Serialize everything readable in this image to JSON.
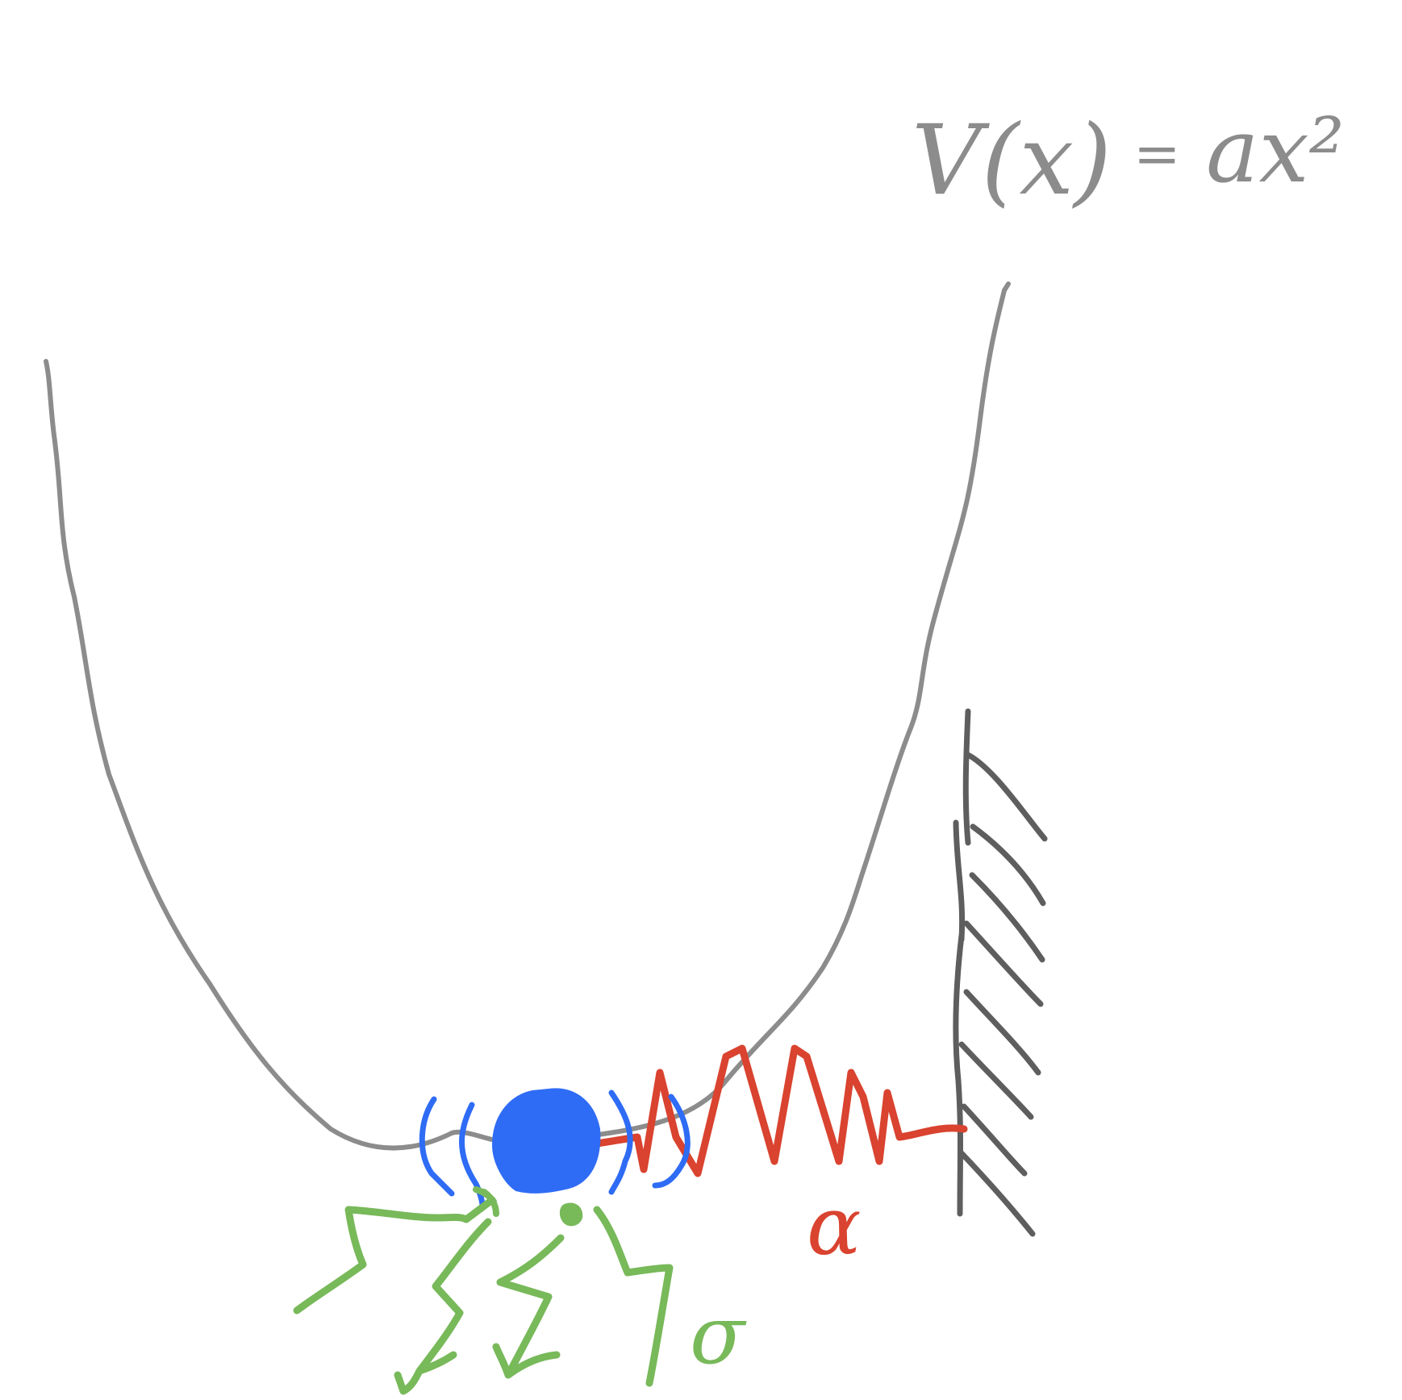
{
  "formula": {
    "lhs": "V(x)",
    "equals": "=",
    "rhs": "ax²"
  },
  "labels": {
    "spring_constant": "α",
    "noise_amplitude": "σ"
  },
  "colors": {
    "potential": "#8c8c8c",
    "particle": "#2f6cf5",
    "spring": "#d9432f",
    "noise": "#78b95a",
    "wall": "#5e5e5e"
  }
}
